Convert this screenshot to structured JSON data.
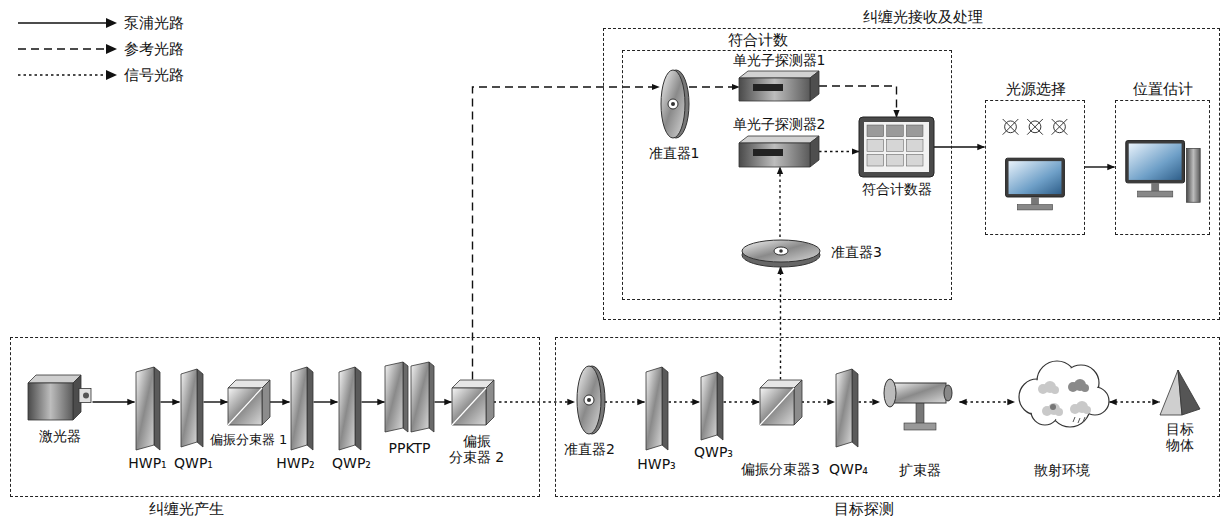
{
  "diagram": {
    "nodes": [
      {
        "text": [
          "纠缠光产生"
        ]
      },
      {
        "text": [
          "激光器"
        ],
        "in": 0
      },
      {
        "text": [
          "HWP₁"
        ],
        "in": 0
      },
      {
        "text": [
          "QWP₁"
        ],
        "in": 0
      },
      {
        "text": [
          "偏振分束器 1"
        ],
        "in": 0
      },
      {
        "text": [
          "HWP₂"
        ],
        "in": 0
      },
      {
        "text": [
          "QWP₂"
        ],
        "in": 0
      },
      {
        "text": [
          "PPKTP"
        ],
        "in": 0
      },
      {
        "text": [
          "偏振 分束器 2"
        ],
        "in": 0
      },
      {
        "text": [
          "目标探测"
        ]
      },
      {
        "text": [
          "准直器2"
        ],
        "in": 9
      },
      {
        "text": [
          "HWP₃"
        ],
        "in": 9
      },
      {
        "text": [
          "QWP₃"
        ],
        "in": 9
      },
      {
        "text": [
          "偏振分束器3"
        ],
        "in": 9
      },
      {
        "text": [
          "QWP₄"
        ],
        "in": 9
      },
      {
        "text": [
          "扩束器"
        ],
        "in": 9
      },
      {
        "text": [
          "散射环境"
        ],
        "in": 9
      },
      {
        "text": [
          "目标 物体"
        ],
        "in": 9
      },
      {
        "text": [
          "纠缠光接收及处理"
        ]
      },
      {
        "text": [
          "符合计数"
        ],
        "in": 18
      },
      {
        "text": [
          "准直器1"
        ],
        "in": 19
      },
      {
        "text": [
          "单光子探测器1"
        ],
        "in": 19
      },
      {
        "text": [
          "单光子探测器2"
        ],
        "in": 19
      },
      {
        "text": [
          "符合计数器"
        ],
        "in": 19
      },
      {
        "text": [
          "准直器3"
        ],
        "in": 19
      },
      {
        "text": [
          "光源选择"
        ],
        "in": 18
      },
      {
        "text": [
          "位置估计"
        ],
        "in": 18
      }
    ],
    "edges": [
      {
        "from": 1,
        "to": 2,
        "arrow": "to"
      },
      {
        "from": 2,
        "to": 3,
        "arrow": "to"
      },
      {
        "from": 3,
        "to": 4,
        "arrow": "to"
      },
      {
        "from": 4,
        "to": 5,
        "arrow": "to"
      },
      {
        "from": 5,
        "to": 6,
        "arrow": "to"
      },
      {
        "from": 6,
        "to": 7,
        "arrow": "to"
      },
      {
        "from": 7,
        "to": 8,
        "arrow": "to"
      },
      {
        "from": 8,
        "to": 20,
        "arrow": "to"
      },
      {
        "from": 20,
        "to": 21,
        "arrow": "to"
      },
      {
        "from": 8,
        "to": 10,
        "arrow": "to"
      },
      {
        "from": 10,
        "to": 11,
        "arrow": "to"
      },
      {
        "from": 11,
        "to": 12,
        "arrow": "to"
      },
      {
        "from": 12,
        "to": 13,
        "arrow": "to"
      },
      {
        "from": 13,
        "to": 14,
        "arrow": "to"
      },
      {
        "from": 14,
        "to": 15,
        "arrow": "to"
      },
      {
        "from": 15,
        "to": 16,
        "arrow": "both"
      },
      {
        "from": 16,
        "to": 17,
        "arrow": "both"
      },
      {
        "from": 13,
        "to": 24,
        "arrow": "to"
      },
      {
        "from": 24,
        "to": 22,
        "arrow": "to"
      },
      {
        "from": 21,
        "to": 23,
        "arrow": "to"
      },
      {
        "from": 22,
        "to": 23,
        "arrow": "to"
      },
      {
        "from": 23,
        "to": 25,
        "arrow": "to"
      },
      {
        "from": 25,
        "to": 26,
        "arrow": "to"
      }
    ],
    "legend": [
      {
        "text": "泵浦光路"
      },
      {
        "text": "参考光路"
      },
      {
        "text": "信号光路"
      }
    ]
  }
}
